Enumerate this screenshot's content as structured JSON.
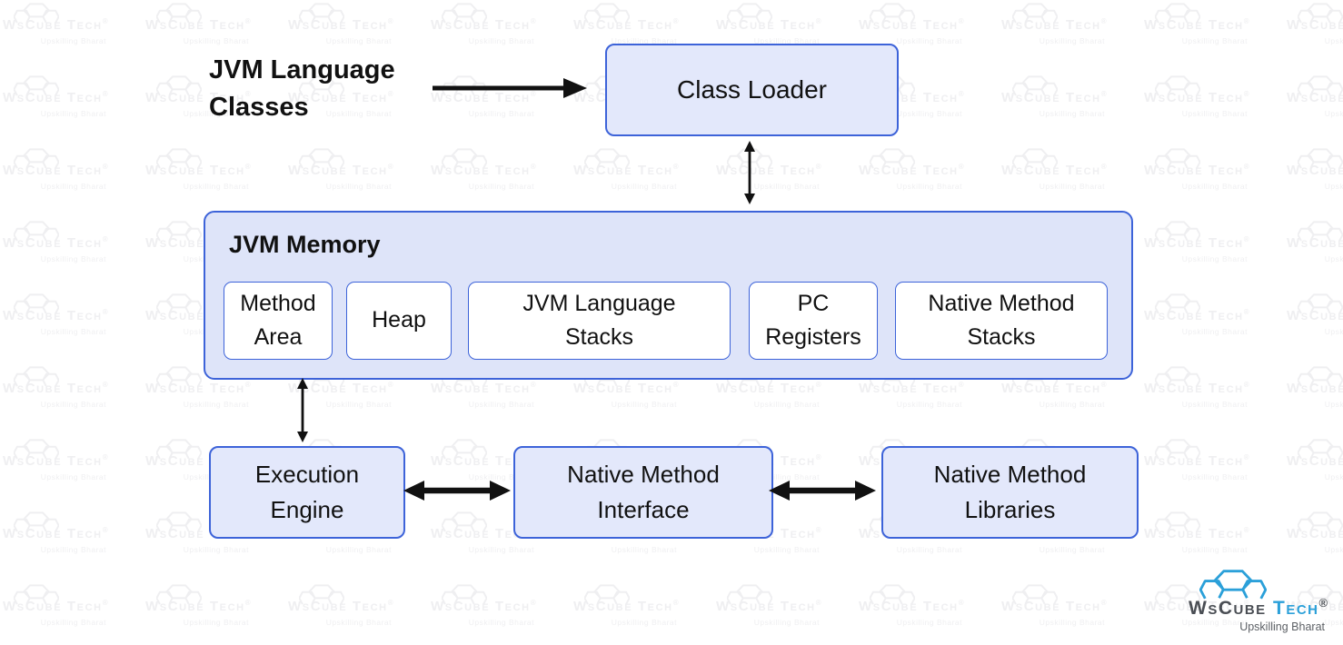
{
  "diagram": {
    "jvm_language_classes": "JVM Language Classes",
    "class_loader": "Class Loader",
    "jvm_memory_title": "JVM Memory",
    "memory_components": [
      "Method Area",
      "Heap",
      "JVM Language Stacks",
      "PC Registers",
      "Native Method Stacks"
    ],
    "execution_engine": "Execution Engine",
    "native_method_interface": "Native Method Interface",
    "native_method_libraries": "Native Method Libraries"
  },
  "watermark": {
    "brand": "WsCube Tech",
    "registered": "®",
    "tagline": "Upskilling Bharat"
  },
  "logo": {
    "brand_primary": "WsCube",
    "brand_secondary": "Tech",
    "registered": "®",
    "tagline": "Upskilling Bharat"
  },
  "colors": {
    "box_fill": "#e3e8fb",
    "container_fill": "#dee4f9",
    "border": "#3d63d9",
    "arrow": "#111111",
    "text": "#111111",
    "logo_blue": "#2ba0d9",
    "logo_dark": "#4a4e54",
    "logo_gray": "#5d6166",
    "watermark": "#efeff1"
  }
}
